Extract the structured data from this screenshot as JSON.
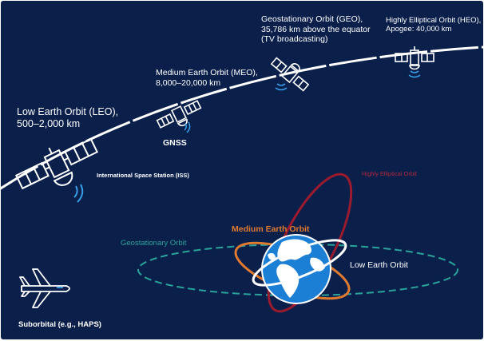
{
  "colors": {
    "background": "#0b1f4b",
    "curve": "#ffffff",
    "satellite": "#ffffff",
    "signal": "#3aa0e8",
    "earth_ocean": "#1c7fd6",
    "earth_land": "#ffffff",
    "orbit_leo": "#ffffff",
    "orbit_meo": "#e07a2e",
    "orbit_heo": "#9b1b2e",
    "orbit_geo": "#2aa39a",
    "heo_label": "#b0283c"
  },
  "labels": {
    "leo": {
      "line1": "Low Earth Orbit (LEO),",
      "line2": "500–2,000 km"
    },
    "iss": "International Space Station (ISS)",
    "meo": {
      "line1": "Medium Earth Orbit (MEO),",
      "line2": "8,000–20,000 km"
    },
    "gnss": "GNSS",
    "geo": {
      "line1": "Geostationary Orbit (GEO),",
      "line2": "35,786 km above the equator",
      "line3": "(TV broadcasting)"
    },
    "heo": {
      "line1": "Highly Elliptical Orbit (HEO),",
      "line2": "Apogee: 40,000 km"
    },
    "suborbital": "Suborbital (e.g., HAPS)"
  },
  "orbit_legend": {
    "highly_elliptical": "Highly Elliptical Orbit",
    "medium_earth": "Medium Earth Orbit",
    "geostationary": "Geostationary Orbit",
    "low_earth": "Low Earth Orbit"
  },
  "icons": [
    "satellite-icon",
    "signal-waves-icon",
    "airplane-icon",
    "earth-globe-icon"
  ]
}
